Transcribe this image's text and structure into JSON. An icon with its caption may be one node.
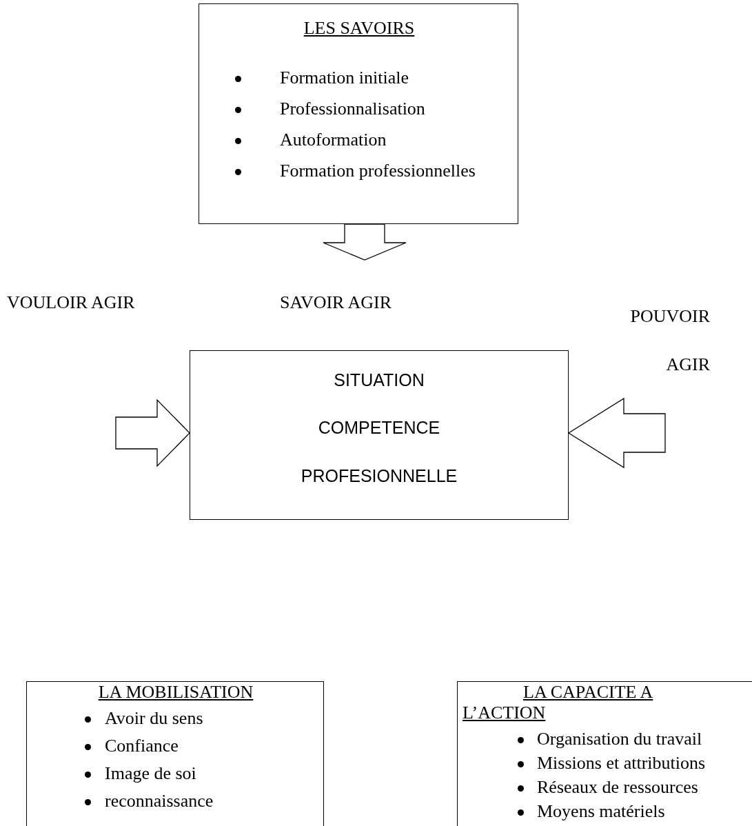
{
  "diagram": {
    "nodes": [
      {
        "text": [
          "LES SAVOIRS",
          "Formation initiale",
          "Professionnalisation",
          "Autoformation",
          "Formation professionnelles"
        ]
      },
      {
        "text": [
          "SITUATION",
          "COMPETENCE",
          "PROFESIONNELLE"
        ]
      },
      {
        "text": [
          "LA MOBILISATION",
          "Avoir du sens",
          "Confiance",
          "Image de soi",
          "reconnaissance"
        ]
      },
      {
        "text": [
          "LA CAPACITE A L’ACTION",
          "Organisation du travail",
          "Missions et attributions",
          "Réseaux de ressources",
          "Moyens matériels"
        ]
      }
    ],
    "edges": [
      {
        "from": 0,
        "to": null,
        "arrow": "to"
      },
      {
        "from": null,
        "to": 1,
        "arrow": "to"
      },
      {
        "from": null,
        "to": 1,
        "arrow": "to"
      }
    ],
    "labels": [
      "VOULOIR AGIR",
      "SAVOIR AGIR",
      "POUVOIR AGIR"
    ]
  }
}
